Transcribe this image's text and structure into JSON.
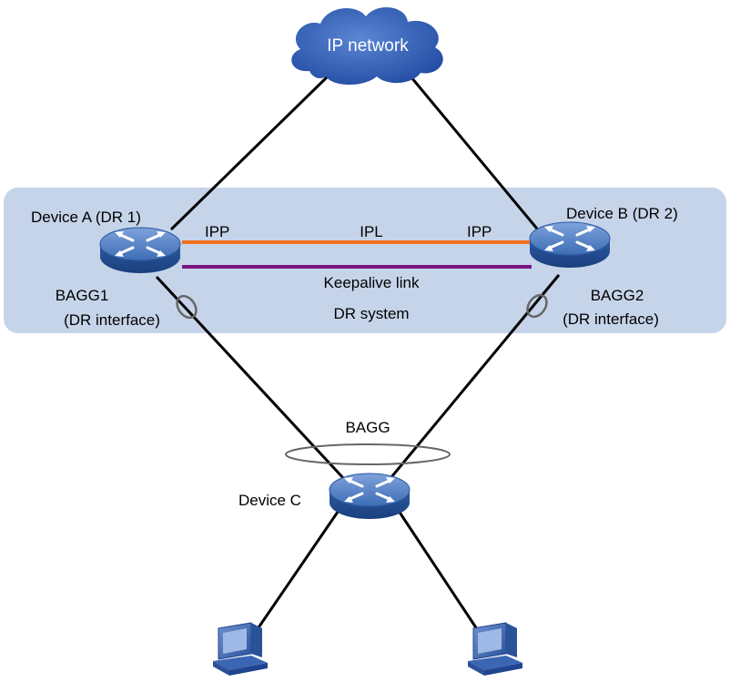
{
  "cloud": {
    "label": "IP network",
    "icon": "cloud-icon"
  },
  "dr_system": {
    "label": "DR system"
  },
  "device_a": {
    "label": "Device A (DR 1)",
    "icon": "switch-icon"
  },
  "device_b": {
    "label": "Device B (DR 2)",
    "icon": "switch-icon"
  },
  "device_c": {
    "label": "Device C",
    "icon": "switch-icon"
  },
  "ipp_a": {
    "label": "IPP"
  },
  "ipp_b": {
    "label": "IPP"
  },
  "ipl": {
    "label": "IPL"
  },
  "keepalive": {
    "label": "Keepalive link"
  },
  "bagg1": {
    "name": "BAGG1",
    "role": "(DR interface)"
  },
  "bagg2": {
    "name": "BAGG2",
    "role": "(DR interface)"
  },
  "bagg": {
    "label": "BAGG"
  },
  "hosts": [
    {
      "icon": "pc-icon"
    },
    {
      "icon": "pc-icon"
    }
  ],
  "colors": {
    "dr_region": "#c6d4ea",
    "ipl_link": "#f07020",
    "keepalive_link": "#7b1585",
    "cloud": "#2f5cb8",
    "switch_body": "#3d6db5",
    "cable": "#000000"
  }
}
